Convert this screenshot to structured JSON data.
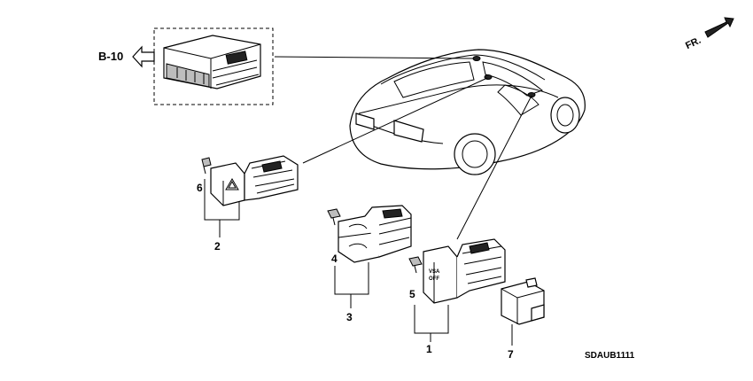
{
  "ref_arrow": {
    "label": "B-10"
  },
  "direction": {
    "label": "FR."
  },
  "callouts": [
    {
      "id": "c1",
      "label": "1"
    },
    {
      "id": "c2",
      "label": "2"
    },
    {
      "id": "c3",
      "label": "3"
    },
    {
      "id": "c4",
      "label": "4"
    },
    {
      "id": "c5",
      "label": "5"
    },
    {
      "id": "c6",
      "label": "6"
    },
    {
      "id": "c7",
      "label": "7"
    }
  ],
  "switches": {
    "vsa_line1": "VSA",
    "vsa_line2": "OFF"
  },
  "diagram_code": "SDAUB1111",
  "colors": {
    "line": "#000000",
    "background": "#ffffff"
  }
}
